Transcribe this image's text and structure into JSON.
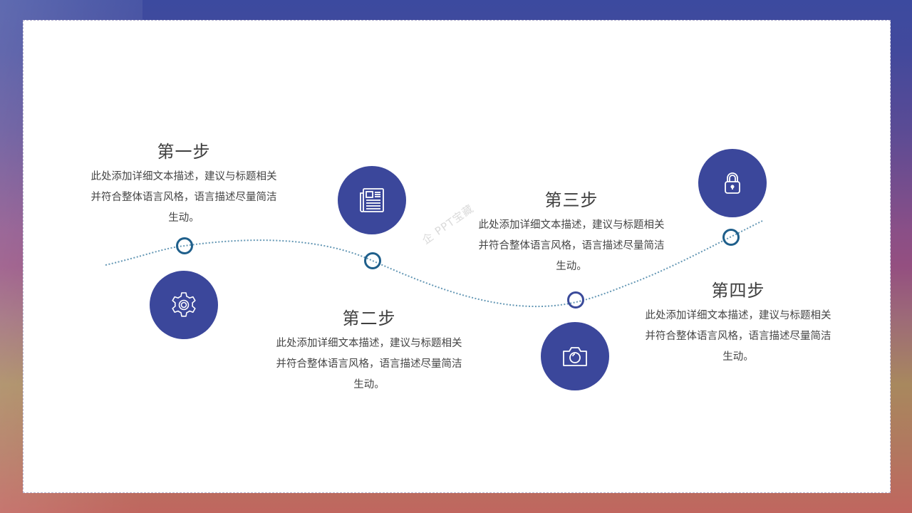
{
  "theme": {
    "icon_circle_color": "#3b479b",
    "marker_teal": "#1f5f8b",
    "marker_indigo": "#3a4a9a",
    "curve_color": "#4a86a8",
    "panel_border": "#b7b3cf",
    "text_color": "#444444"
  },
  "steps": [
    {
      "title": "第一步",
      "desc_line1": "此处添加详细文本描述，建议与标题相关",
      "desc_line2": "并符合整体语言风格，语言描述尽量简洁",
      "desc_line3": "生动。",
      "icon": "gear-icon"
    },
    {
      "title": "第二步",
      "desc_line1": "此处添加详细文本描述，建议与标题相关",
      "desc_line2": "并符合整体语言风格，语言描述尽量简洁",
      "desc_line3": "生动。",
      "icon": "newspaper-icon"
    },
    {
      "title": "第三步",
      "desc_line1": "此处添加详细文本描述，建议与标题相关",
      "desc_line2": "并符合整体语言风格，语言描述尽量简洁",
      "desc_line3": "生动。",
      "icon": "camera-icon"
    },
    {
      "title": "第四步",
      "desc_line1": "此处添加详细文本描述，建议与标题相关",
      "desc_line2": "并符合整体语言风格，语言描述尽量简洁",
      "desc_line3": "生动。",
      "icon": "lock-icon"
    }
  ],
  "watermark": "企 PPT宝藏"
}
